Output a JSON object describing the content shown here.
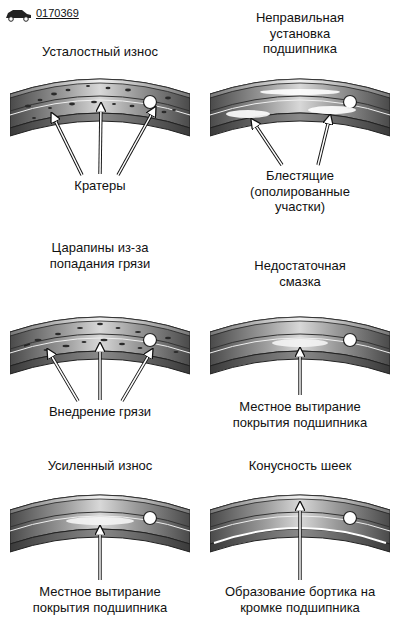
{
  "diagram": {
    "labels": [
      "0170369",
      "Усталостный износ",
      "Неправильная установка подшипника",
      "Кратеры",
      "Блестящие (ополированные участки)",
      "Царапины из-за попадания грязи",
      "Недостаточная смазка",
      "Внедрение грязи",
      "Местное вытирание покрытия подшипника",
      "Усиленный износ",
      "Конусность шеек",
      "Местное вытирание покрытия подшипника",
      "Образование бортика на кромке подшипника"
    ]
  }
}
